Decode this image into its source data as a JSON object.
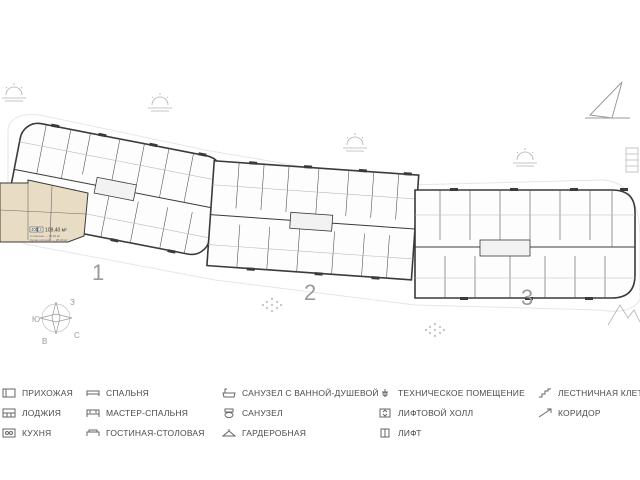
{
  "plan": {
    "sections": [
      "1",
      "2",
      "3"
    ],
    "compass": [
      "Ю",
      "В",
      "З",
      "С"
    ],
    "highlight_apartment": {
      "number": "400",
      "rooms": "3",
      "area": "109,40 м²",
      "line2": "2 спальни — 75,00 м²",
      "line3": "Кухня-гостиная — 25,00 м²",
      "fill": "#e9dcc4"
    },
    "wall_color": "#3a3a3a"
  },
  "legend": {
    "items": [
      {
        "label": "ПРИХОЖАЯ",
        "icon": "hallway-icon"
      },
      {
        "label": "ЛОДЖИЯ",
        "icon": "loggia-icon"
      },
      {
        "label": "КУХНЯ",
        "icon": "kitchen-icon"
      },
      {
        "label": "СПАЛЬНЯ",
        "icon": "bedroom-icon"
      },
      {
        "label": "МАСТЕР-СПАЛЬНЯ",
        "icon": "master-bedroom-icon"
      },
      {
        "label": "ГОСТИНАЯ-СТОЛОВАЯ",
        "icon": "living-dining-icon"
      },
      {
        "label": "САНУЗЕЛ С ВАННОЙ-ДУШЕВОЙ",
        "icon": "bathroom-icon"
      },
      {
        "label": "САНУЗЕЛ",
        "icon": "toilet-icon"
      },
      {
        "label": "ГАРДЕРОБНАЯ",
        "icon": "wardrobe-icon"
      },
      {
        "label": "ТЕХНИЧЕСКОЕ ПОМЕЩЕНИЕ",
        "icon": "technical-room-icon"
      },
      {
        "label": "ЛИФТОВОЙ ХОЛЛ",
        "icon": "elevator-hall-icon"
      },
      {
        "label": "ЛИФТ",
        "icon": "elevator-icon"
      },
      {
        "label": "ЛЕСТНИЧНАЯ КЛЕТКА",
        "icon": "staircase-icon"
      },
      {
        "label": "КОРИДОР",
        "icon": "corridor-icon"
      }
    ]
  }
}
